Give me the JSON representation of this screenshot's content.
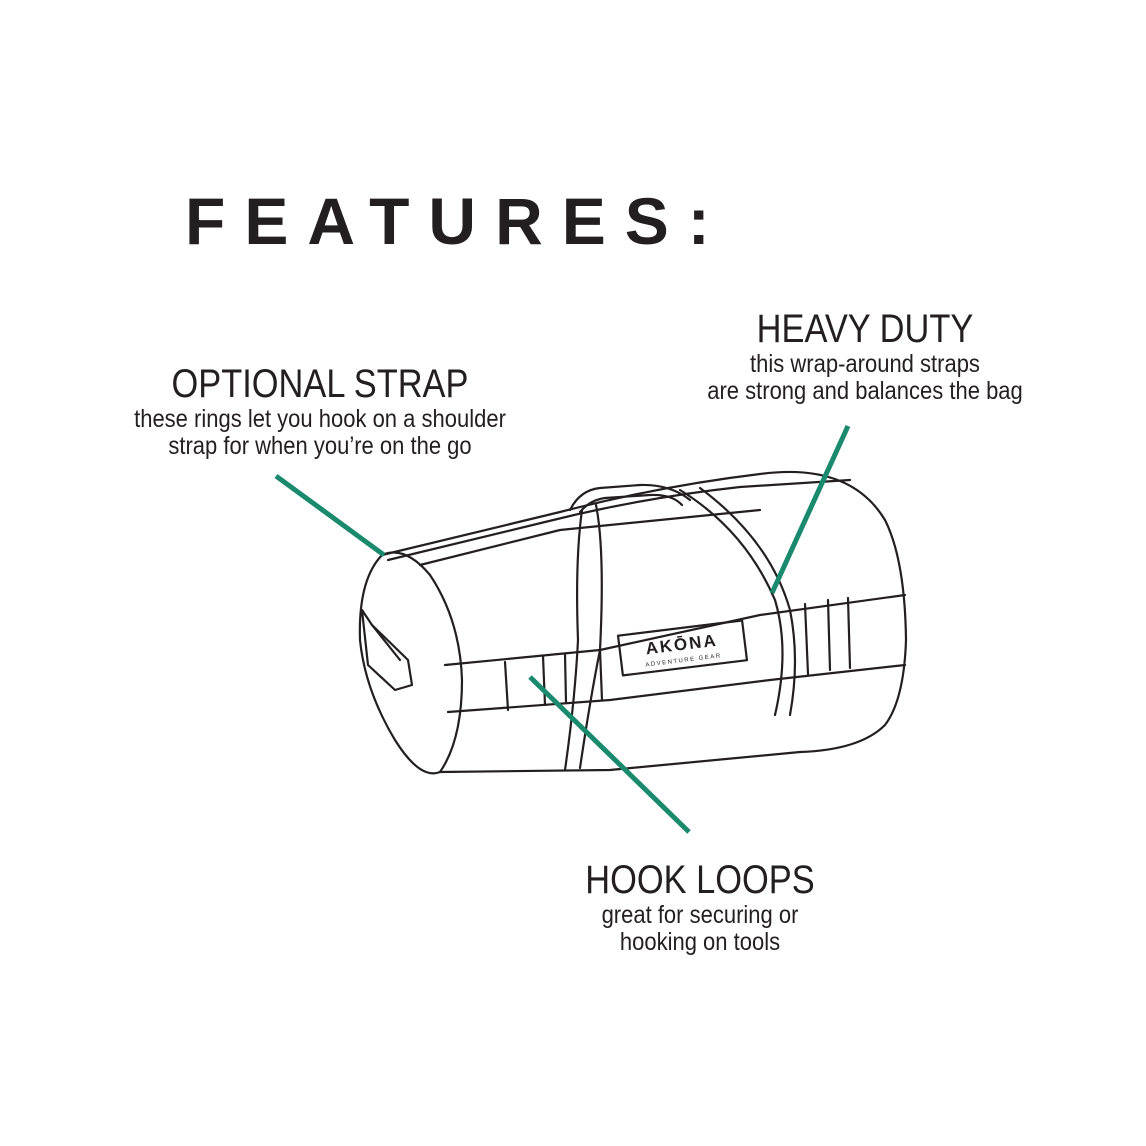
{
  "heading": "FEATURES:",
  "features": [
    {
      "title": "OPTIONAL STRAP",
      "desc": [
        "these rings let you hook on a shoulder",
        "strap for when you’re on the go"
      ]
    },
    {
      "title": "HEAVY DUTY",
      "desc": [
        "this wrap-around straps",
        "are strong and balances the bag"
      ]
    },
    {
      "title": "HOOK LOOPS",
      "desc": [
        "great for securing or",
        "hooking on tools"
      ]
    }
  ],
  "logo": {
    "brand": "AKŌNA",
    "tagline": "ADVENTURE GEAR"
  },
  "colors": {
    "callout_line": "#1a8a6e",
    "ink": "#231f20"
  }
}
